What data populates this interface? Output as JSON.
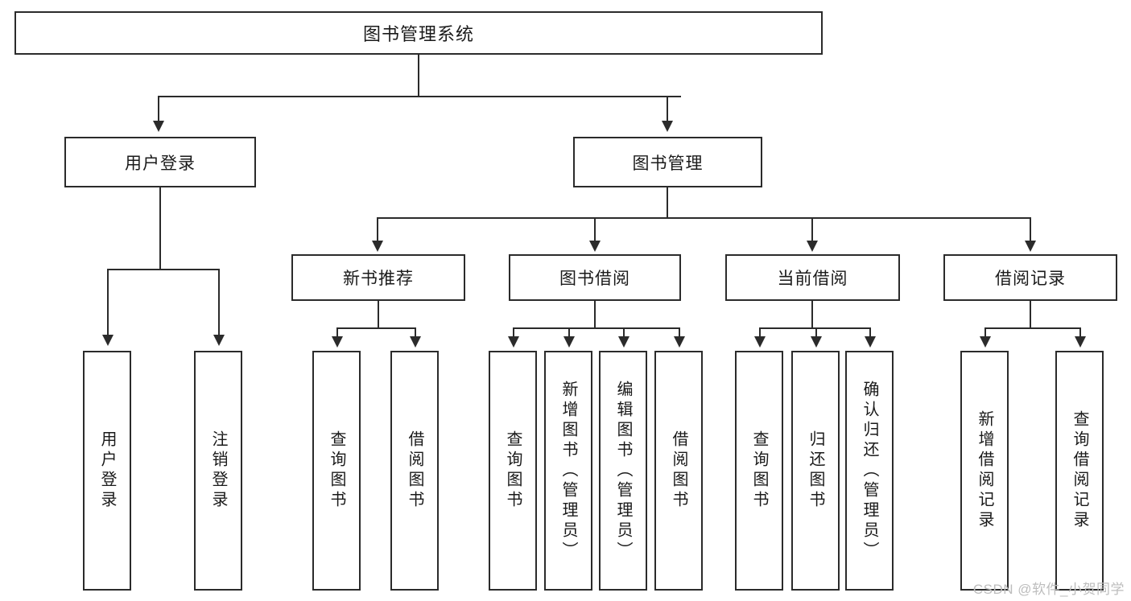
{
  "diagram": {
    "type": "tree-hierarchy",
    "title": "图书管理系统",
    "watermark": "CSDN @软件_小贺同学",
    "colors": {
      "stroke": "#2b2b2b",
      "fill": "#ffffff",
      "text": "#1a1a1a",
      "watermark": "#bdbdbd"
    },
    "nodes": {
      "root": {
        "label": "图书管理系统"
      },
      "level2": [
        {
          "id": "user-login",
          "label": "用户登录"
        },
        {
          "id": "book-manage",
          "label": "图书管理"
        }
      ],
      "level3": [
        {
          "id": "new-book-rec",
          "label": "新书推荐"
        },
        {
          "id": "book-borrow",
          "label": "图书借阅"
        },
        {
          "id": "current-borrow",
          "label": "当前借阅"
        },
        {
          "id": "borrow-record",
          "label": "借阅记录"
        }
      ],
      "leaves": {
        "user_login": [
          {
            "id": "leaf-user-login",
            "label": "用户登录"
          },
          {
            "id": "leaf-user-logout",
            "label": "注销登录"
          }
        ],
        "new_book_rec": [
          {
            "id": "leaf-query-book-1",
            "label": "查询图书"
          },
          {
            "id": "leaf-borrow-book-1",
            "label": "借阅图书"
          }
        ],
        "book_borrow": [
          {
            "id": "leaf-query-book-2",
            "label": "查询图书"
          },
          {
            "id": "leaf-add-book",
            "label": "新增图书（管理员）"
          },
          {
            "id": "leaf-edit-book",
            "label": "编辑图书（管理员）"
          },
          {
            "id": "leaf-borrow-book-2",
            "label": "借阅图书"
          }
        ],
        "current_borrow": [
          {
            "id": "leaf-query-book-3",
            "label": "查询图书"
          },
          {
            "id": "leaf-return-book",
            "label": "归还图书"
          },
          {
            "id": "leaf-confirm-return",
            "label": "确认归还（管理员）"
          }
        ],
        "borrow_record": [
          {
            "id": "leaf-add-record",
            "label": "新增借阅记录"
          },
          {
            "id": "leaf-query-record",
            "label": "查询借阅记录"
          }
        ]
      }
    }
  }
}
